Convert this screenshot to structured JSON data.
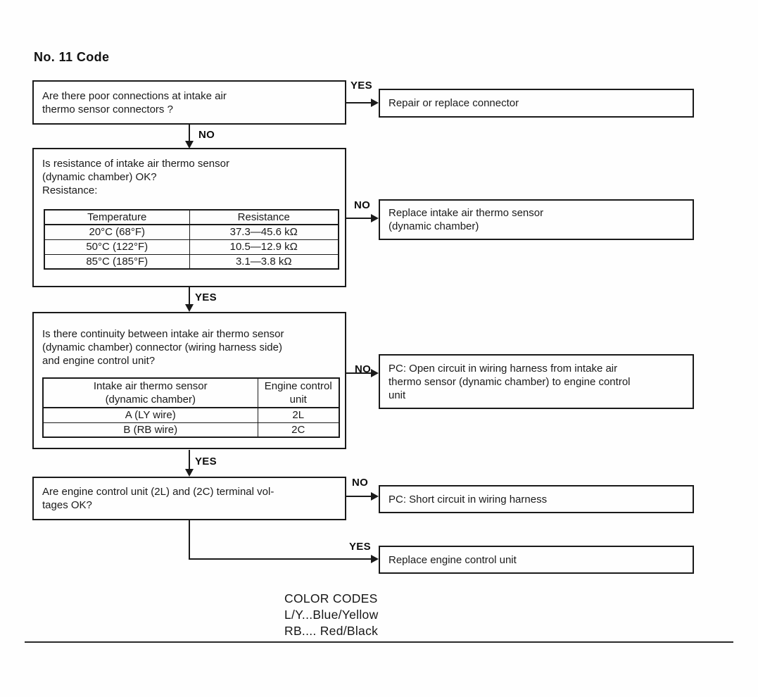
{
  "page": {
    "title": "No. 11 Code"
  },
  "labels": {
    "yes": "YES",
    "no": "NO"
  },
  "boxes": {
    "q1": {
      "lines": [
        "Are there poor connections at intake air",
        "thermo sensor connectors ?"
      ]
    },
    "a1": {
      "lines": [
        "Repair or replace connector"
      ]
    },
    "q2": {
      "lines": [
        "Is resistance of intake air thermo sensor",
        "(dynamic chamber) OK?",
        "Resistance:"
      ]
    },
    "a2": {
      "lines": [
        "Replace intake air thermo sensor",
        "(dynamic chamber)"
      ]
    },
    "q3": {
      "lines": [
        "Is there continuity between intake air thermo sensor",
        "(dynamic chamber) connector (wiring harness side)",
        "and engine control unit?"
      ]
    },
    "a3": {
      "lines": [
        "PC: Open circuit in wiring harness from intake air",
        "thermo sensor (dynamic chamber) to engine control",
        "unit"
      ]
    },
    "q4": {
      "lines": [
        "Are engine control unit (2L) and (2C) terminal vol-",
        "tages OK?"
      ]
    },
    "a4": {
      "lines": [
        "PC: Short circuit in wiring harness"
      ]
    },
    "a5": {
      "lines": [
        "Replace engine control unit"
      ]
    }
  },
  "resistance_table": {
    "headers": [
      "Temperature",
      "Resistance"
    ],
    "rows": [
      [
        "20°C (68°F)",
        "37.3—45.6 kΩ"
      ],
      [
        "50°C (122°F)",
        "10.5—12.9 kΩ"
      ],
      [
        "85°C (185°F)",
        "3.1—3.8 kΩ"
      ]
    ]
  },
  "continuity_table": {
    "header_left": [
      "Intake air thermo sensor",
      "(dynamic chamber)"
    ],
    "header_right": [
      "Engine control",
      "unit"
    ],
    "rows": [
      [
        "A (LY wire)",
        "2L"
      ],
      [
        "B (RB wire)",
        "2C"
      ]
    ]
  },
  "color_codes": {
    "title": "COLOR CODES",
    "lines": [
      "L/Y...Blue/Yellow",
      "RB.... Red/Black"
    ]
  }
}
